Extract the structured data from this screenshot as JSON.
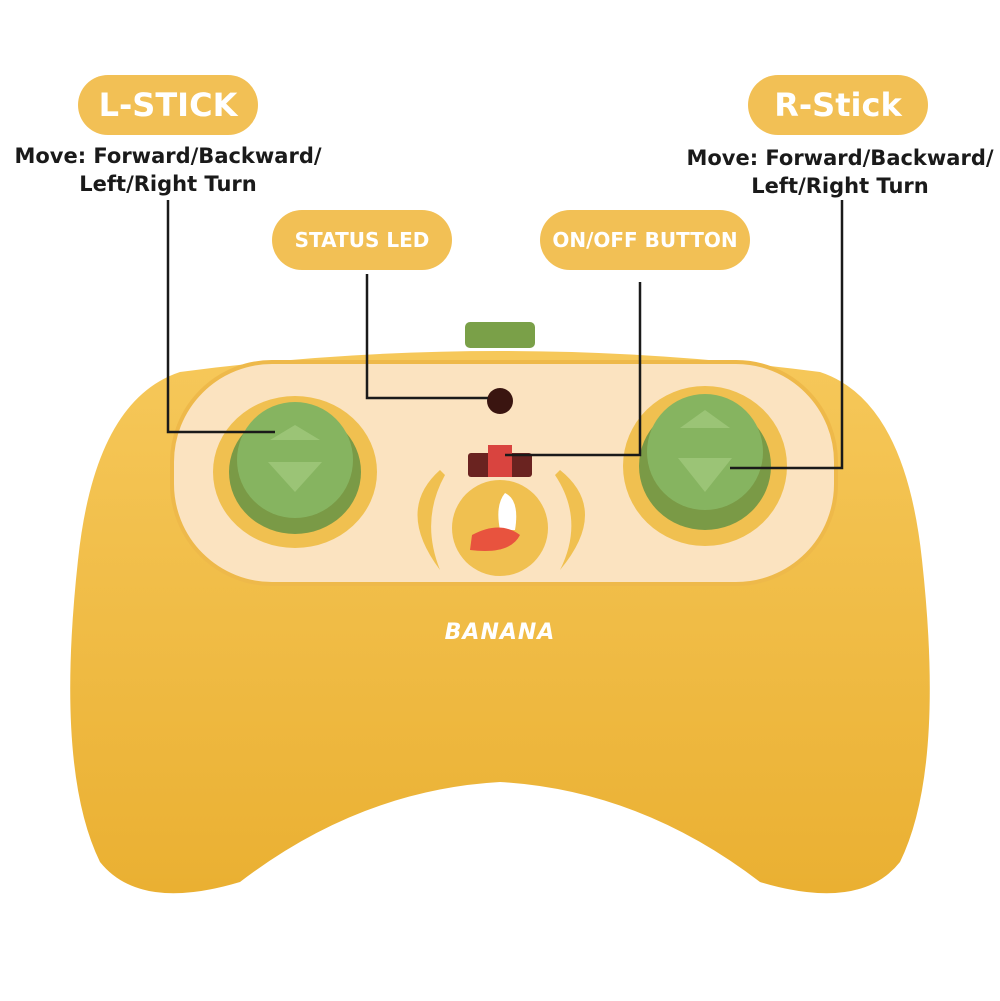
{
  "labels": {
    "l_stick": {
      "title": "L-STICK",
      "desc_line1": "Move: Forward/Backward/",
      "desc_line2": "Left/Right Turn"
    },
    "r_stick": {
      "title": "R-Stick",
      "desc_line1": "Move: Forward/Backward/",
      "desc_line2": "Left/Right Turn"
    },
    "status_led": "STATUS LED",
    "on_off_button": "ON/OFF BUTTON"
  },
  "brand": "BANANA",
  "colors": {
    "accent": "#f2c055",
    "body": "#f2b93a",
    "faceplate": "#fbe3c0",
    "stick": "#7fae5a",
    "switch": "#d9443f"
  }
}
